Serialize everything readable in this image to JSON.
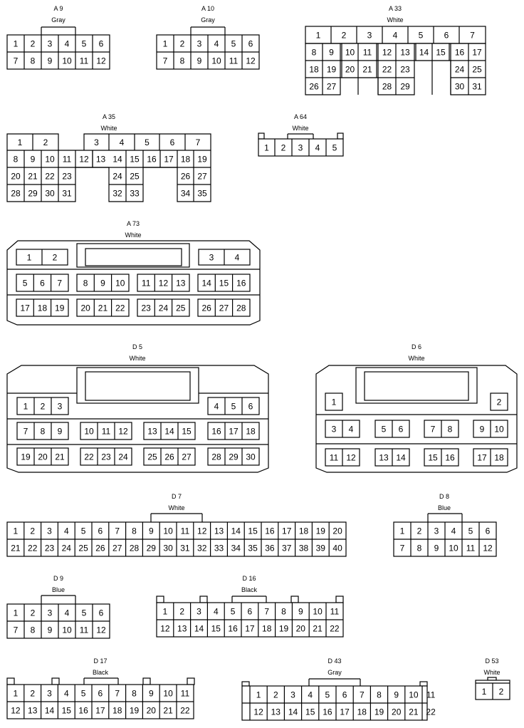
{
  "connectors": [
    {
      "id": "A9",
      "code": "A 9",
      "color": "Gray",
      "pins": [
        "1",
        "2",
        "3",
        "4",
        "5",
        "6",
        "7",
        "8",
        "9",
        "10",
        "11",
        "12"
      ]
    },
    {
      "id": "A10",
      "code": "A 10",
      "color": "Gray",
      "pins": [
        "1",
        "2",
        "3",
        "4",
        "5",
        "6",
        "7",
        "8",
        "9",
        "10",
        "11",
        "12"
      ]
    },
    {
      "id": "A33",
      "code": "A 33",
      "color": "White",
      "pins": [
        "1",
        "2",
        "3",
        "4",
        "5",
        "6",
        "7",
        "8",
        "9",
        "10",
        "11",
        "12",
        "13",
        "14",
        "15",
        "16",
        "17",
        "18",
        "19",
        "20",
        "21",
        "22",
        "23",
        "24",
        "25",
        "26",
        "27",
        "28",
        "29",
        "30",
        "31"
      ]
    },
    {
      "id": "A35",
      "code": "A 35",
      "color": "White",
      "pins": [
        "1",
        "2",
        "3",
        "4",
        "5",
        "6",
        "7",
        "8",
        "9",
        "10",
        "11",
        "12",
        "13",
        "14",
        "15",
        "16",
        "17",
        "18",
        "19",
        "20",
        "21",
        "22",
        "23",
        "24",
        "25",
        "26",
        "27",
        "28",
        "29",
        "30",
        "31",
        "32",
        "33",
        "34",
        "35"
      ]
    },
    {
      "id": "A64",
      "code": "A 64",
      "color": "White",
      "pins": [
        "1",
        "2",
        "3",
        "4",
        "5"
      ]
    },
    {
      "id": "A73",
      "code": "A 73",
      "color": "White",
      "pins": [
        "1",
        "2",
        "3",
        "4",
        "5",
        "6",
        "7",
        "8",
        "9",
        "10",
        "11",
        "12",
        "13",
        "14",
        "15",
        "16",
        "17",
        "18",
        "19",
        "20",
        "21",
        "22",
        "23",
        "24",
        "25",
        "26",
        "27",
        "28"
      ]
    },
    {
      "id": "D5",
      "code": "D 5",
      "color": "White",
      "pins": [
        "1",
        "2",
        "3",
        "4",
        "5",
        "6",
        "7",
        "8",
        "9",
        "10",
        "11",
        "12",
        "13",
        "14",
        "15",
        "16",
        "17",
        "18",
        "19",
        "20",
        "21",
        "22",
        "23",
        "24",
        "25",
        "26",
        "27",
        "28",
        "29",
        "30"
      ]
    },
    {
      "id": "D6",
      "code": "D 6",
      "color": "White",
      "pins": [
        "1",
        "2",
        "3",
        "4",
        "5",
        "6",
        "7",
        "8",
        "9",
        "10",
        "11",
        "12",
        "13",
        "14",
        "15",
        "16",
        "17",
        "18"
      ]
    },
    {
      "id": "D7",
      "code": "D 7",
      "color": "White",
      "pins": [
        "1",
        "2",
        "3",
        "4",
        "5",
        "6",
        "7",
        "8",
        "9",
        "10",
        "11",
        "12",
        "13",
        "14",
        "15",
        "16",
        "17",
        "18",
        "19",
        "20",
        "21",
        "22",
        "23",
        "24",
        "25",
        "26",
        "27",
        "28",
        "29",
        "30",
        "31",
        "32",
        "33",
        "34",
        "35",
        "36",
        "37",
        "38",
        "39",
        "40"
      ]
    },
    {
      "id": "D8",
      "code": "D 8",
      "color": "Blue",
      "pins": [
        "1",
        "2",
        "3",
        "4",
        "5",
        "6",
        "7",
        "8",
        "9",
        "10",
        "11",
        "12"
      ]
    },
    {
      "id": "D9",
      "code": "D 9",
      "color": "Blue",
      "pins": [
        "1",
        "2",
        "3",
        "4",
        "5",
        "6",
        "7",
        "8",
        "9",
        "10",
        "11",
        "12"
      ]
    },
    {
      "id": "D16",
      "code": "D 16",
      "color": "Black",
      "pins": [
        "1",
        "2",
        "3",
        "4",
        "5",
        "6",
        "7",
        "8",
        "9",
        "10",
        "11",
        "12",
        "13",
        "14",
        "15",
        "16",
        "17",
        "18",
        "19",
        "20",
        "21",
        "22"
      ]
    },
    {
      "id": "D17",
      "code": "D 17",
      "color": "Black",
      "pins": [
        "1",
        "2",
        "3",
        "4",
        "5",
        "6",
        "7",
        "8",
        "9",
        "10",
        "11",
        "12",
        "13",
        "14",
        "15",
        "16",
        "17",
        "18",
        "19",
        "20",
        "21",
        "22"
      ]
    },
    {
      "id": "D43",
      "code": "D 43",
      "color": "Gray",
      "pins": [
        "1",
        "2",
        "3",
        "4",
        "5",
        "6",
        "7",
        "8",
        "9",
        "10",
        "11",
        "12",
        "13",
        "14",
        "15",
        "16",
        "17",
        "18",
        "19",
        "20",
        "21",
        "22"
      ]
    },
    {
      "id": "D53",
      "code": "D 53",
      "color": "White",
      "pins": [
        "1",
        "2"
      ]
    }
  ]
}
